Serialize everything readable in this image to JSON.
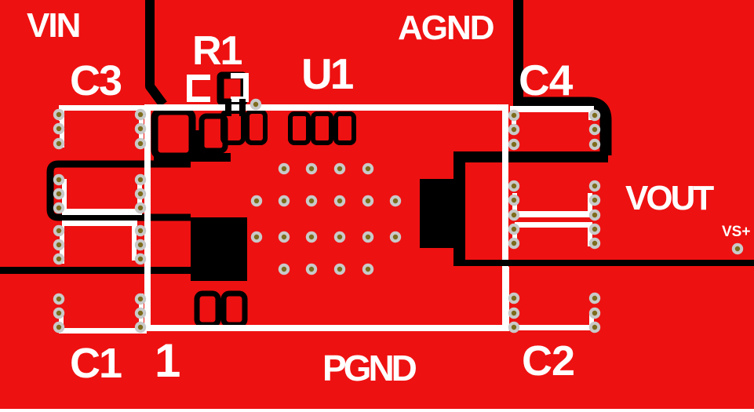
{
  "board": {
    "background_color": "#ee1111",
    "trace_color": "#000000",
    "silkscreen_color": "#ffffff",
    "via_ring_color": "#c9c9c9",
    "via_center_color": "#7d6c1d"
  },
  "labels": {
    "vin": "VIN",
    "agnd": "AGND",
    "c3": "C3",
    "r1": "R1",
    "u1": "U1",
    "c4": "C4",
    "vout": "VOUT",
    "vs_plus": "VS+",
    "c1": "C1",
    "pin1": "1",
    "pgnd": "PGND",
    "c2": "C2"
  }
}
